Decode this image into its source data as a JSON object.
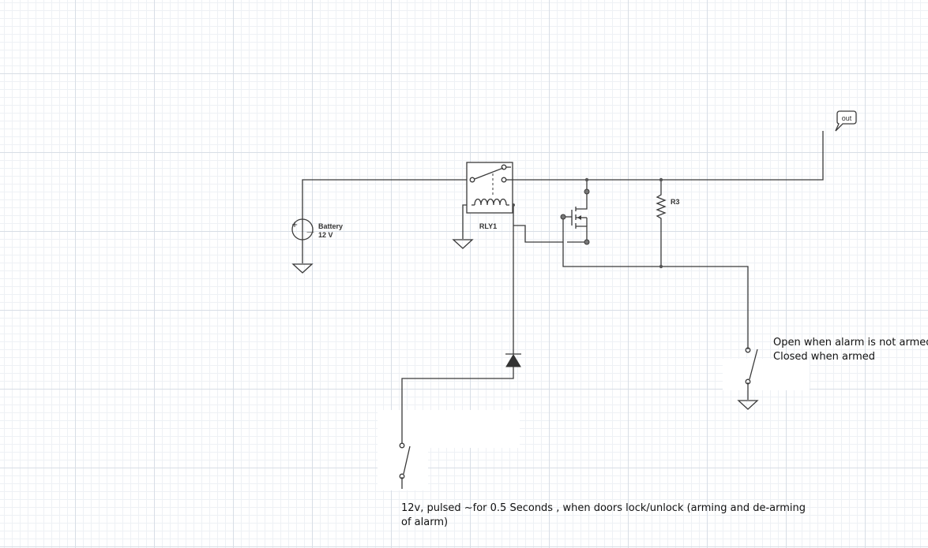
{
  "battery": {
    "name": "Battery",
    "value": "12 V",
    "plus": "+",
    "minus": "—"
  },
  "relay": {
    "name": "RLY1"
  },
  "resistor": {
    "name": "R3"
  },
  "output": {
    "label": "out"
  },
  "notes": {
    "alarm_line1": "Open when alarm is not armed",
    "alarm_line2": "Closed when armed",
    "pulse": "12v, pulsed ~for 0.5 Seconds , when doors lock/unlock (arming and de-arming of alarm)"
  }
}
